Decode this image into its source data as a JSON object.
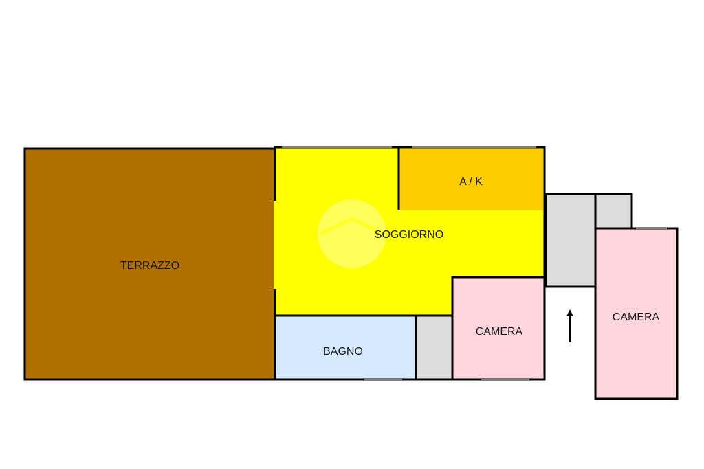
{
  "floor_plan": {
    "rooms": {
      "terrazzo": {
        "label": "TERRAZZO",
        "color": "#b07000"
      },
      "soggiorno": {
        "label": "SOGGIORNO",
        "color": "#ffff00"
      },
      "ak": {
        "label": "A / K",
        "color": "#ffcc00"
      },
      "bagno": {
        "label": "BAGNO",
        "color": "#d6eaff"
      },
      "camera_1": {
        "label": "CAMERA",
        "color": "#ffd6de"
      },
      "camera_2": {
        "label": "CAMERA",
        "color": "#ffd6de"
      },
      "closet": {
        "label": "",
        "color": "#dcdcdc"
      },
      "corridor": {
        "label": "",
        "color": "#dcdcdc"
      },
      "corridor_top": {
        "label": "",
        "color": "#dcdcdc"
      }
    },
    "wall_color": "#000000",
    "watermark_icon": "house-logo-icon",
    "arrow_icon": "up-arrow-icon"
  }
}
